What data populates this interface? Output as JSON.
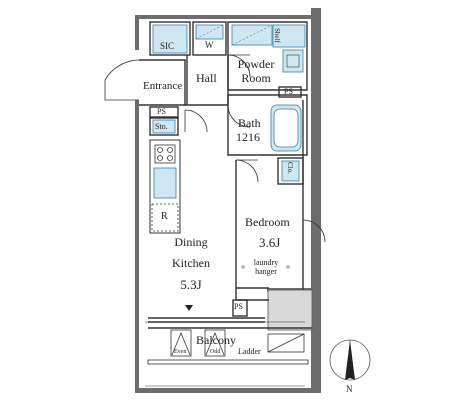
{
  "rooms": {
    "sic": "SIC",
    "w": "W",
    "shelf": "Shelf",
    "powder_room": [
      "Powder",
      "Room"
    ],
    "entrance": "Entrance",
    "hall": "Hall",
    "ps": "PS",
    "sto": "Sto.",
    "bath": [
      "Bath",
      "1216"
    ],
    "clo": "Clo.",
    "refrigerator": "R",
    "bedroom": [
      "Bedroom",
      "3.6J"
    ],
    "laundry_hanger": [
      "laundry",
      "hanger"
    ],
    "dining_kitchen": [
      "Dining",
      "Kitchen",
      "5.3J"
    ],
    "balcony": "Balcony",
    "even": "Even",
    "odd": "Odd",
    "ladder": "Ladder"
  },
  "compass": {
    "north": "N"
  },
  "colors": {
    "wall": "#5a5a5a",
    "line": "#333333",
    "fixture": "#c8e3ef",
    "fixture_border": "#3b7fa5"
  }
}
